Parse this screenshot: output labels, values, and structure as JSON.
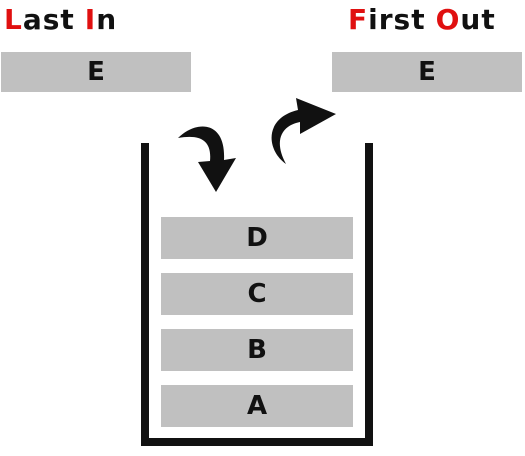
{
  "push_label": {
    "word1_first": "L",
    "word1_rest": "ast",
    "word2_first": "I",
    "word2_rest": "n"
  },
  "pop_label": {
    "word1_first": "F",
    "word1_rest": "irst",
    "word2_first": "O",
    "word2_rest": "ut"
  },
  "incoming_item": "E",
  "outgoing_item": "E",
  "stack": [
    "D",
    "C",
    "B",
    "A"
  ],
  "colors": {
    "highlight": "#e01010",
    "text": "#111111",
    "block": "#c0c0c0",
    "wall": "#111111"
  }
}
